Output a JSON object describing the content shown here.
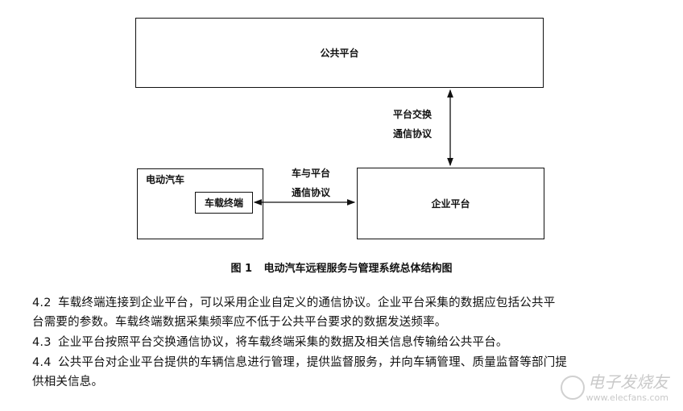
{
  "diagram": {
    "public_platform": "公共平台",
    "platform_exchange_protocol": [
      "平台交换",
      "通信协议"
    ],
    "ev_title": "电动汽车",
    "vehicle_terminal": "车载终端",
    "vehicle_platform_protocol": [
      "车与平台",
      "通信协议"
    ],
    "enterprise_platform": "企业平台"
  },
  "caption": {
    "figure_number": "图 1",
    "title": "电动汽车远程服务与管理系统总体结构图"
  },
  "paragraphs": [
    {
      "num": "4.2",
      "lines": [
        "车载终端连接到企业平台，可以采用企业自定义的通信协议。企业平台采集的数据应包括公共平",
        "台需要的参数。车载终端数据采集频率应不低于公共平台要求的数据发送频率。"
      ]
    },
    {
      "num": "4.3",
      "lines": [
        "企业平台按照平台交换通信协议，将车载终端采集的数据及相关信息传输给公共平台。"
      ]
    },
    {
      "num": "4.4",
      "lines": [
        "公共平台对企业平台提供的车辆信息进行管理，提供监督服务，并向车辆管理、质量监督等部门提",
        "供相关信息。"
      ]
    }
  ],
  "watermark": {
    "brand": "电子发烧友",
    "url": "www.elecfans.com"
  }
}
